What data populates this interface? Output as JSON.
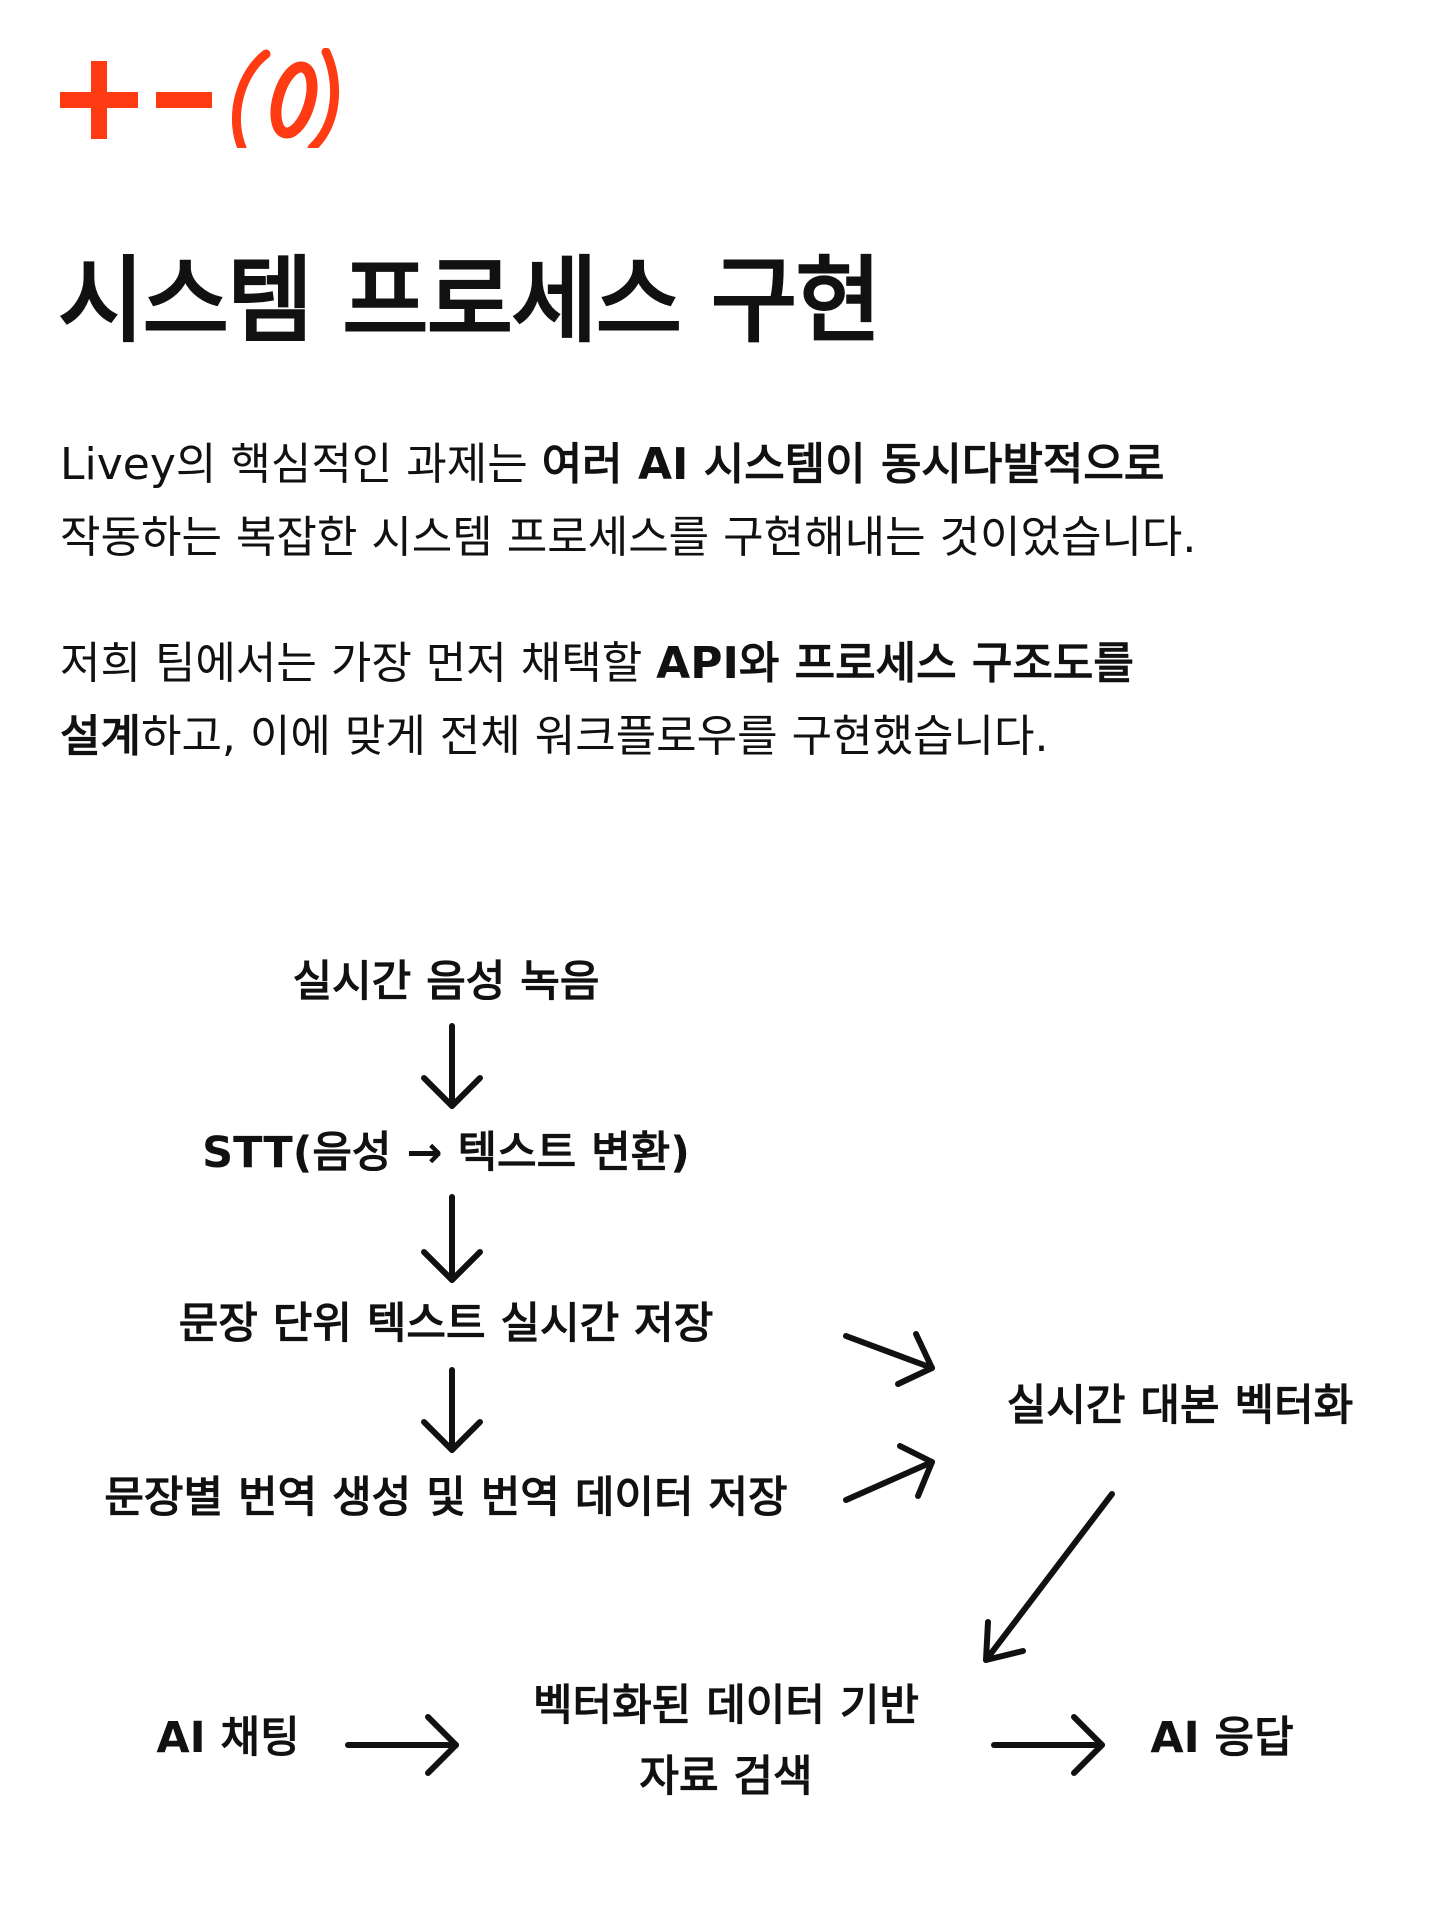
{
  "brand": {
    "logo_text": "+−(0)",
    "accent_color": "#FF3B14"
  },
  "heading": "시스템 프로세스 구현",
  "paragraphs": [
    {
      "line1_a": "Livey의 핵심적인 과제는 ",
      "line1_b": "여러 AI 시스템이 동시다발적으로",
      "line2": "작동하는 복잡한 시스템 프로세스를 구현해내는 것이었습니다."
    },
    {
      "line1_a": "저희 팀에서는 가장 먼저 채택할 ",
      "line1_b": "API와 프로세스 구조도를",
      "line2_a": "설계",
      "line2_b": "하고, 이에 맞게 전체 워크플로우를 구현했습니다."
    }
  ],
  "flow": {
    "step1": "실시간 음성 녹음",
    "step2": "STT(음성 → 텍스트 변환)",
    "step3": "문장 단위 텍스트 실시간 저장",
    "step4": "문장별 번역 생성 및 번역 데이터 저장",
    "vectorize": "실시간 대본 벡터화",
    "ai_chat": "AI 채팅",
    "search_line1": "벡터화된 데이터 기반",
    "search_line2": "자료 검색",
    "ai_response": "AI 응답"
  }
}
